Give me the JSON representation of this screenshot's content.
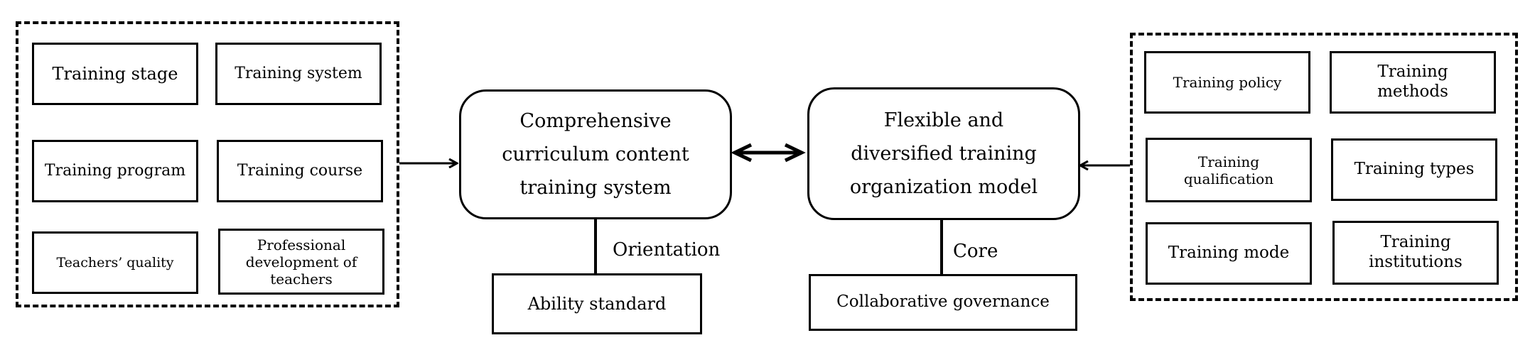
{
  "left_group": {
    "training_stage": "Training stage",
    "training_system": "Training system",
    "training_program": "Training program",
    "training_course": "Training course",
    "teachers_quality": "Teachers’ quality",
    "professional_development": "Professional\ndevelopment of\nteachers"
  },
  "center_left": {
    "title": "Comprehensive\ncurriculum content\ntraining system",
    "connector_label": "Orientation",
    "bottom_box": "Ability standard"
  },
  "center_right": {
    "title": "Flexible and\ndiversified training\norganization model",
    "connector_label": "Core",
    "bottom_box": "Collaborative governance"
  },
  "right_group": {
    "training_policy": "Training policy",
    "training_methods": "Training\nmethods",
    "training_qualification": "Training\nqualification",
    "training_types": "Training types",
    "training_mode": "Training mode",
    "training_institutions": "Training\ninstitutions"
  }
}
